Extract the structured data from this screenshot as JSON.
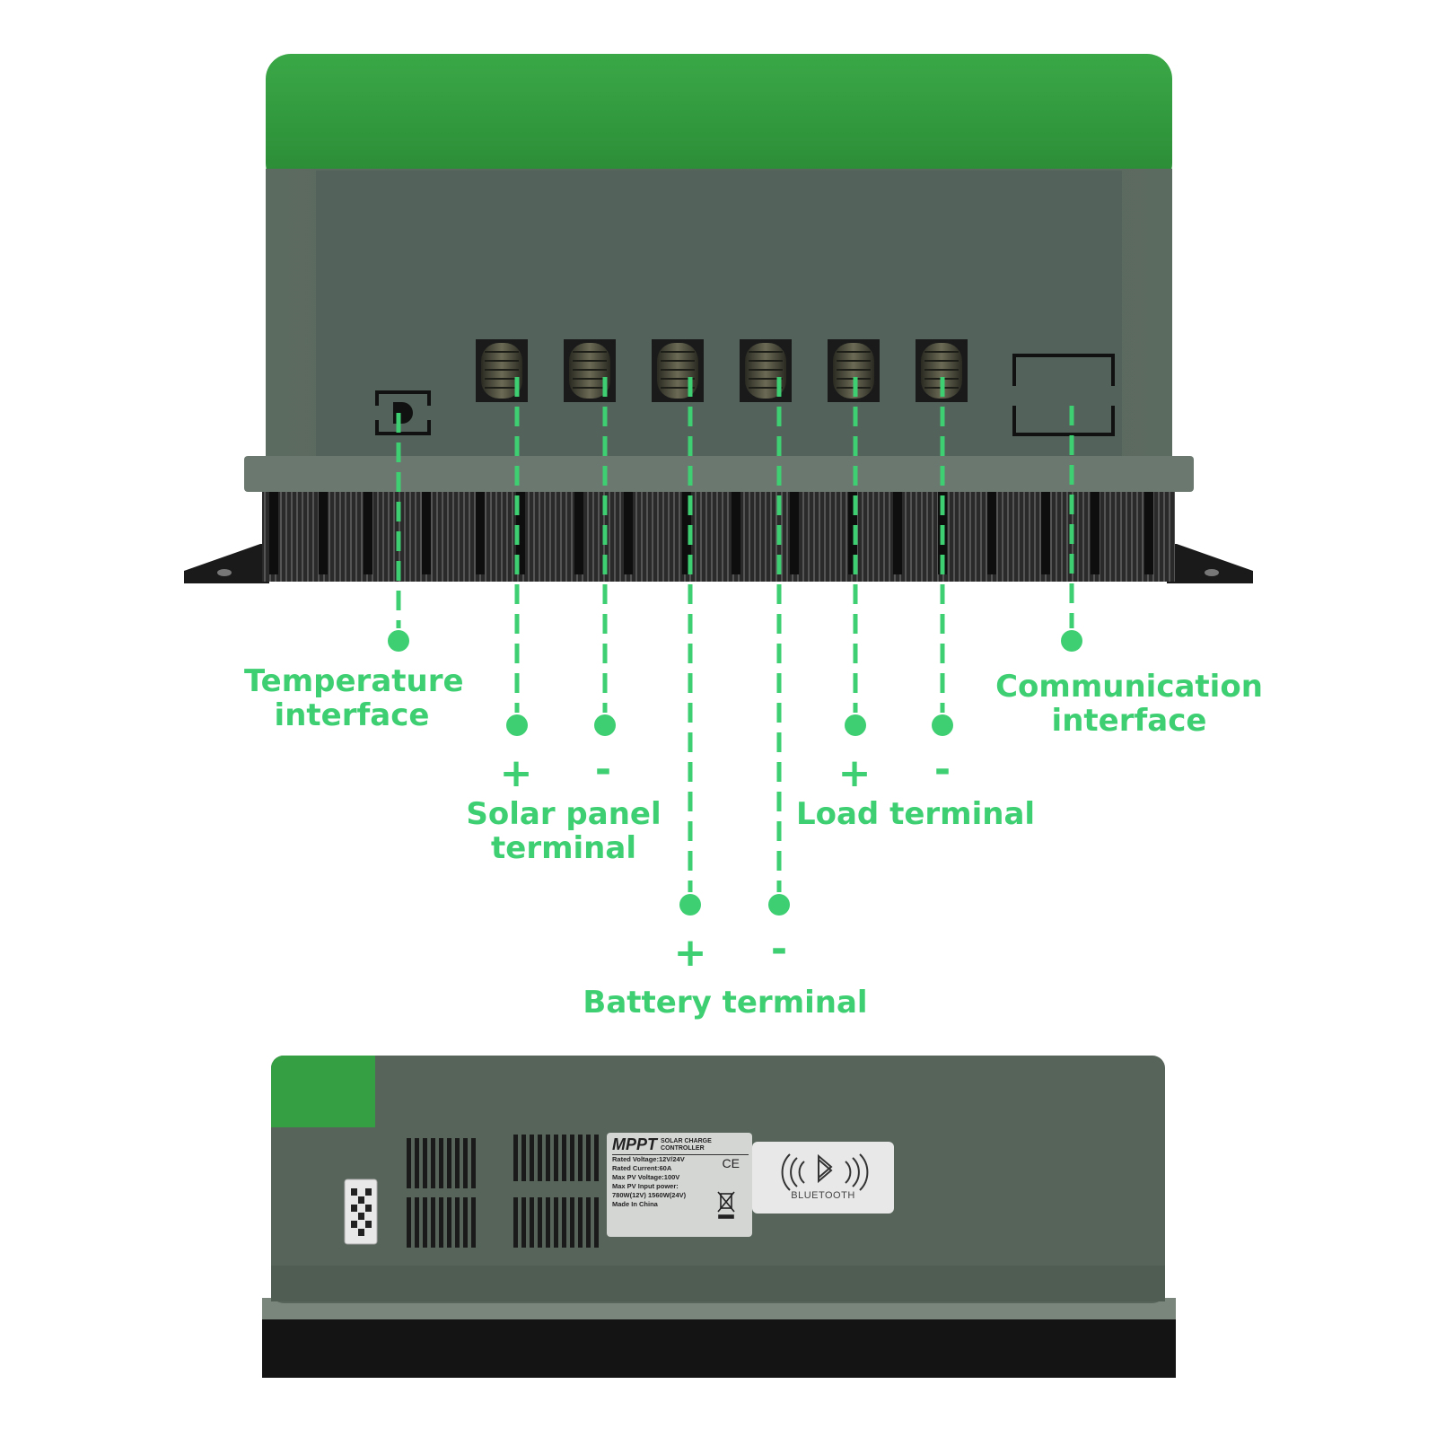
{
  "colors": {
    "accent": "#3ecf72",
    "lid_green": "#2e9a3a",
    "housing_gray": "#5a6a5e",
    "housing_light": "#6a7a6e",
    "heatsink_black": "#1c1c1c"
  },
  "callouts": {
    "temperature": {
      "line1": "Temperature",
      "line2": "interface"
    },
    "communication": {
      "line1": "Communication",
      "line2": "interface"
    },
    "solar": {
      "line1": "Solar panel",
      "line2": "terminal",
      "plus": "+",
      "minus": "-"
    },
    "load": {
      "line1": "Load terminal",
      "plus": "+",
      "minus": "-"
    },
    "battery": {
      "line1": "Battery terminal",
      "plus": "+",
      "minus": "-"
    }
  },
  "spec_label": {
    "brand": "MPPT",
    "subtitle1": "SOLAR CHARGE",
    "subtitle2": "CONTROLLER",
    "ce_mark": "CE",
    "lines": [
      "Rated Voltage:12V/24V",
      "Rated Current:60A",
      "Max PV Voltage:100V",
      "Max PV Input power:",
      "780W(12V)  1560W(24V)",
      "Made In China"
    ]
  },
  "bluetooth_label": {
    "text": "BLUETOOTH"
  },
  "icons": {
    "temperature_port": "temp-sensor-port-icon",
    "communication_port": "rj45-port-icon",
    "bluetooth": "bluetooth-icon",
    "qr_code": "qr-code-icon",
    "weee": "crossed-bin-icon"
  }
}
